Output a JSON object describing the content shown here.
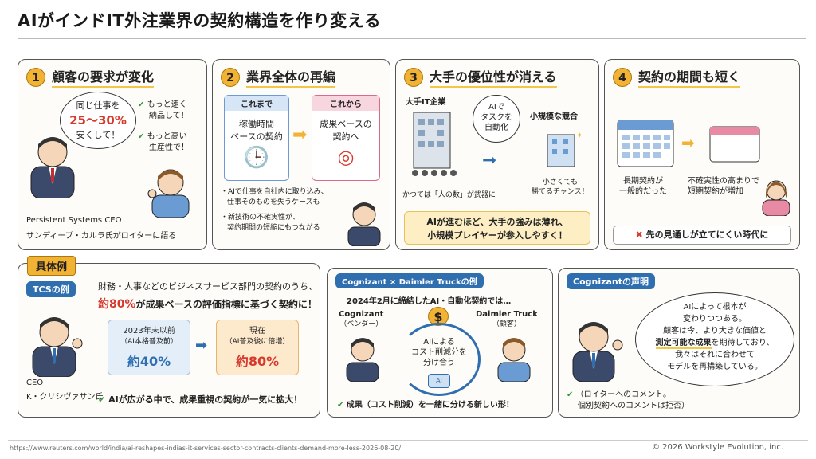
{
  "page": {
    "title": "AIがインドIT外注業界の契約構造を作り変える",
    "source_url": "https://www.reuters.com/world/india/ai-reshapes-indias-it-services-sector-contracts-clients-demand-more-less-2026-08-20/",
    "copyright": "© 2026 Workstyle Evolution, inc."
  },
  "p1": {
    "num": "1",
    "title": "顧客の要求が変化",
    "bubble_line1": "同じ仕事を",
    "bubble_line2": "25～30%",
    "bubble_line3": "安くして！",
    "check1a": "もっと速く",
    "check1b": "納品して！",
    "check2a": "もっと高い",
    "check2b": "生産性で！",
    "caption1": "Persistent Systems CEO",
    "caption2": "サンディープ・カルラ氏がロイターに語る"
  },
  "p2": {
    "num": "2",
    "title": "業界全体の再編",
    "before_label": "これまで",
    "before_text1": "稼働時間",
    "before_text2": "ベースの契約",
    "after_label": "これから",
    "after_text1": "成果ベースの",
    "after_text2": "契約へ",
    "note1a": "・AIで仕事を自社内に取り込み、",
    "note1b": "仕事そのものを失うケースも",
    "note2a": "・新技術の不確実性が、",
    "note2b": "契約期間の短縮にもつながる"
  },
  "p3": {
    "num": "3",
    "title": "大手の優位性が消える",
    "big_label": "大手IT企業",
    "ai_bubble1": "AIで",
    "ai_bubble2": "タスクを",
    "ai_bubble3": "自動化",
    "small_label": "小規模な競合",
    "big_caption": "かつては「人の数」が武器に",
    "small_caption1": "小さくても",
    "small_caption2": "勝てるチャンス！",
    "summary1": "AIが進むほど、大手の強みは薄れ、",
    "summary2": "小規模プレイヤーが参入しやすく！"
  },
  "p4": {
    "num": "4",
    "title": "契約の期間も短く",
    "long_caption1": "長期契約が",
    "long_caption2": "一般的だった",
    "short_caption1": "不確実性の高まりで",
    "short_caption2": "短期契約が増加",
    "warning": "先の見通しが立てにくい時代に"
  },
  "ex": {
    "label": "具体例",
    "tcs_label": "TCSの例",
    "tcs_text1": "財務・人事などのビジネスサービス部門の契約のうち、",
    "tcs_text2a": "約80%",
    "tcs_text2b": "が成果ベースの評価指標に基づく契約に！",
    "before_year": "2023年末以前",
    "before_sub": "（AI本格普及前）",
    "before_val": "約40%",
    "after_year": "現在",
    "after_sub": "（AI普及後に倍増）",
    "after_val": "約80%",
    "ceo1": "CEO",
    "ceo2": "K・クリシヴァサン氏",
    "tcs_summary": "AIが広がる中で、成果重視の契約が一気に拡大！",
    "cd_label": "Cognizant × Daimler Truckの例",
    "cd_text": "2024年2月に締結したAI・自動化契約では…",
    "cog_name": "Cognizant",
    "cog_role": "（ベンダー）",
    "dai_name": "Daimler Truck",
    "dai_role": "（顧客）",
    "share1": "AIによる",
    "share2": "コスト削減分を",
    "share3": "分け合う",
    "cd_summary": "成果（コスト削減）を一緒に分ける新しい形！",
    "cs_label": "Cognizantの声明",
    "cs_q1": "AIによって根本が",
    "cs_q2": "変わりつつある。",
    "cs_q3": "顧客は今、より大きな価値と",
    "cs_q4a": "測定可能な成果",
    "cs_q4b": "を期待しており、",
    "cs_q5": "我々はそれに合わせて",
    "cs_q6": "モデルを再構築している。",
    "cs_note1": "（ロイターへのコメント。",
    "cs_note2": "個別契約へのコメントは拒否）"
  },
  "colors": {
    "accent": "#f2b233",
    "blue": "#2f6fb0",
    "red": "#d63a2f",
    "green": "#2f9a3a"
  }
}
